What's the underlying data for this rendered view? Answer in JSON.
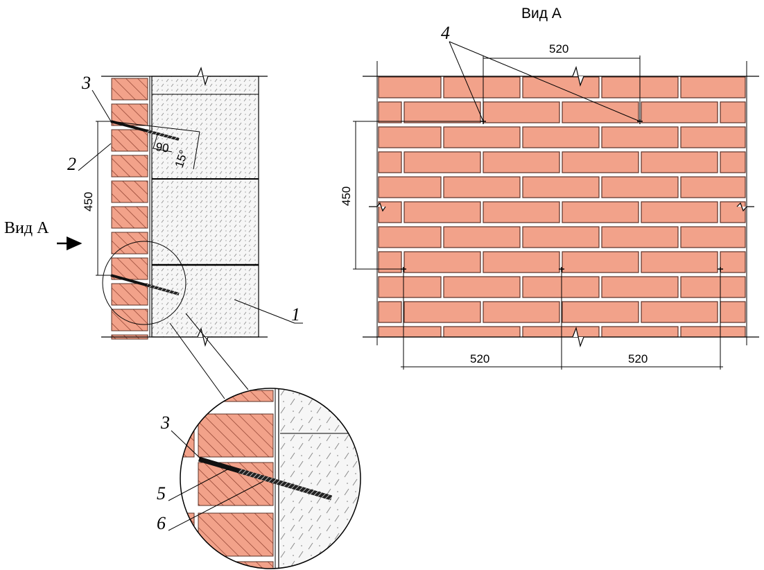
{
  "colors": {
    "brick_fill": "#f2a28a",
    "brick_stroke": "#5a3026",
    "hatch": "#8a3b2b",
    "block_fill": "#f4f4f4",
    "line": "#000000"
  },
  "view_a_title": "Вид А",
  "view_a_arrow_label": "Вид А",
  "section": {
    "dim_vertical": "450",
    "angle_90": "90",
    "angle_15": "15°",
    "callouts": [
      "3",
      "2",
      "1"
    ]
  },
  "elevation": {
    "dim_left": "450",
    "dim_top": "520",
    "dim_bottom_1": "520",
    "dim_bottom_2": "520",
    "callout": "4"
  },
  "detail": {
    "callouts": [
      "3",
      "5",
      "6"
    ]
  }
}
